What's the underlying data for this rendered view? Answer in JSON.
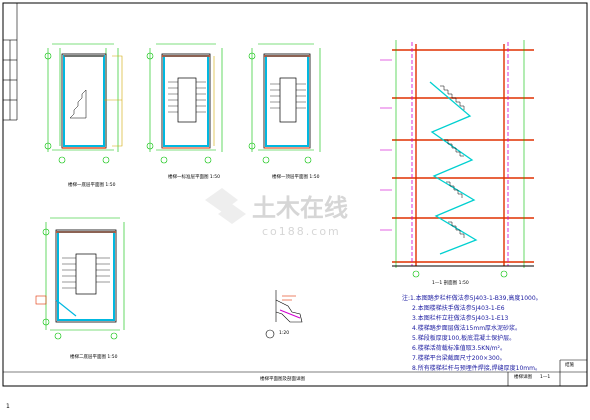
{
  "drawing": {
    "plan_titles": [
      "楼梯一底层平面图 1:50",
      "楼梯一标准层平面图 1:50",
      "楼梯一顶层平面图 1:50",
      "楼梯二底层平面图 1:50"
    ],
    "section_title": "1—1 剖面图 1:50",
    "detail_label": "1:20",
    "notes": [
      "注:1.本图踏步栏杆做法参5J403-1-B39,高度1000。",
      "2.本图楼梯扶手做法参5J403-1-E6",
      "3.本图栏杆立柱做法参5J403-1-E13",
      "4.楼梯踏步面层做法15mm厚水泥砂浆。",
      "5.梯段板厚度100,板底混凝土保护层。",
      "6.楼梯活荷载标准值取3.5KN/m²。",
      "7.楼梯平台梁截面尺寸200×300。",
      "8.所有楼梯栏杆与预埋件焊接,焊缝厚度10mm。"
    ],
    "title_block": [
      "楼梯详图",
      "1—1",
      "结施"
    ],
    "footer": "楼梯平面图及剖面详图",
    "page_mark": "1"
  },
  "watermark": {
    "brand": "土木在线",
    "site": "co188.com"
  },
  "colors": {
    "outline": "#000000",
    "grid": "#00c000",
    "wall": "#00b8e0",
    "beam": "#e03000",
    "axis": "#d0a800",
    "text": "#1a1aa0",
    "cyan": "#00d0d0",
    "magenta": "#d000d0"
  }
}
